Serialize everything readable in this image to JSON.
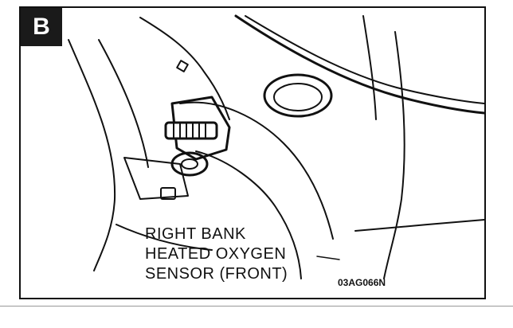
{
  "figure": {
    "panel_letter": "B",
    "caption_lines": [
      "RIGHT BANK",
      "HEATED  OXYGEN",
      "SENSOR (FRONT)"
    ],
    "figure_code": "03AG066N"
  },
  "colors": {
    "ink": "#111111",
    "badge_bg": "#1a1a1a",
    "badge_text": "#ffffff",
    "paper": "#ffffff"
  }
}
